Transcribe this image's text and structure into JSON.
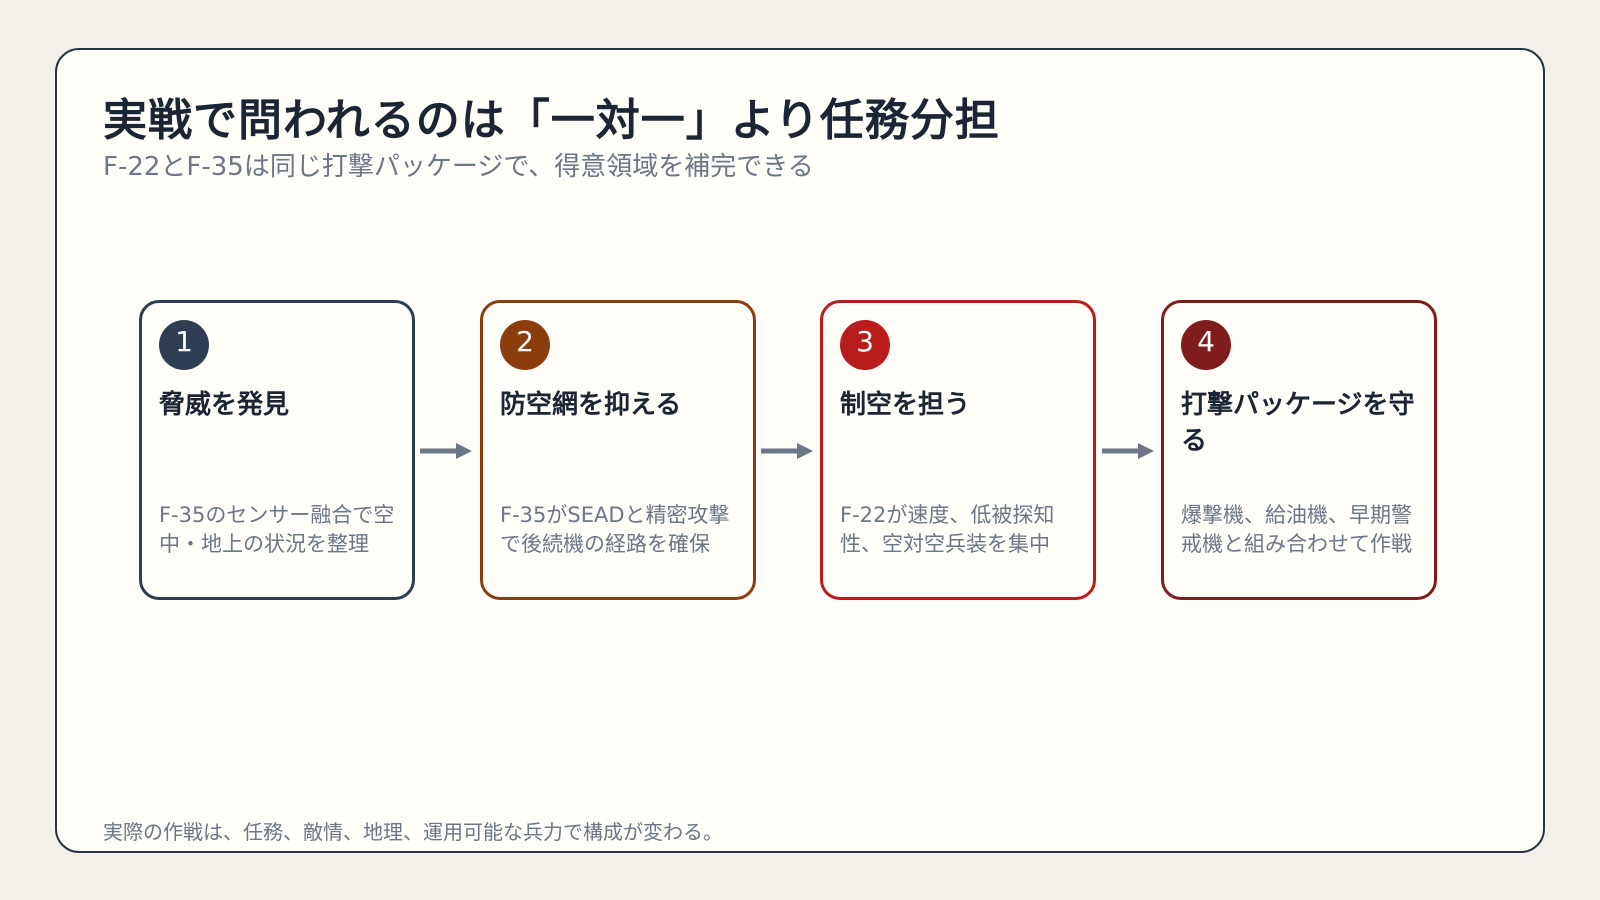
{
  "title": "実戦で問われるのは「一対一」より任務分担",
  "subtitle": "F-22とF-35は同じ打撃パッケージで、得意領域を補完できる",
  "steps": [
    {
      "number": "1",
      "title": "脅威を発見",
      "description": "F-35のセンサー融合で空中・地上の状況を整理",
      "color": "#2f3e52"
    },
    {
      "number": "2",
      "title": "防空網を抑える",
      "description": "F-35がSEADと精密攻撃で後続機の経路を確保",
      "color": "#8b3e0c"
    },
    {
      "number": "3",
      "title": "制空を担う",
      "description": "F-22が速度、低被探知性、空対空兵装を集中",
      "color": "#b91c1c"
    },
    {
      "number": "4",
      "title": "打撃パッケージを守る",
      "description": "爆撃機、給油機、早期警戒機と組み合わせて作戦",
      "color": "#7f1d1d"
    }
  ],
  "arrow_color": "#6b7686",
  "footnote": "実際の作戦は、任務、敵情、地理、運用可能な兵力で構成が変わる。"
}
